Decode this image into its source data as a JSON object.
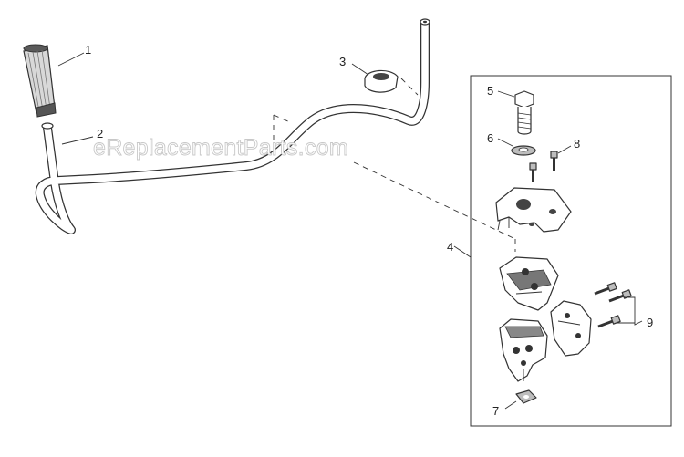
{
  "watermark": "eReplacementParts.com",
  "callouts": {
    "c1": "1",
    "c2": "2",
    "c3": "3",
    "c4": "4",
    "c5": "5",
    "c6": "6",
    "c7": "7",
    "c8": "8",
    "c9": "9"
  }
}
